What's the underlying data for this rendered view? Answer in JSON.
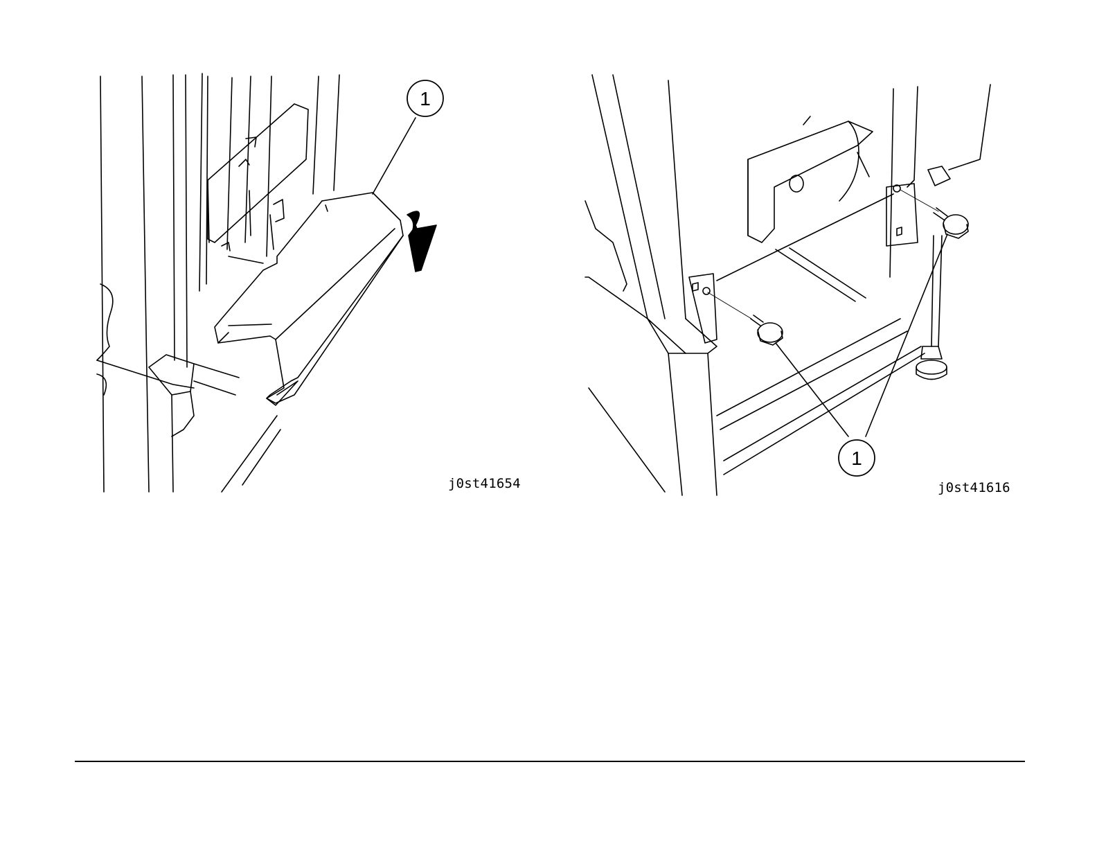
{
  "figures": [
    {
      "id_label": "j0st41654",
      "callout": "1",
      "icons": [
        "cover-panel",
        "rotate-arrow"
      ]
    },
    {
      "id_label": "j0st41616",
      "callout": "1",
      "icons": [
        "thumb-screw",
        "thumb-screw",
        "leveling-foot"
      ]
    }
  ],
  "colors": {
    "line": "#000000",
    "background": "#ffffff"
  }
}
